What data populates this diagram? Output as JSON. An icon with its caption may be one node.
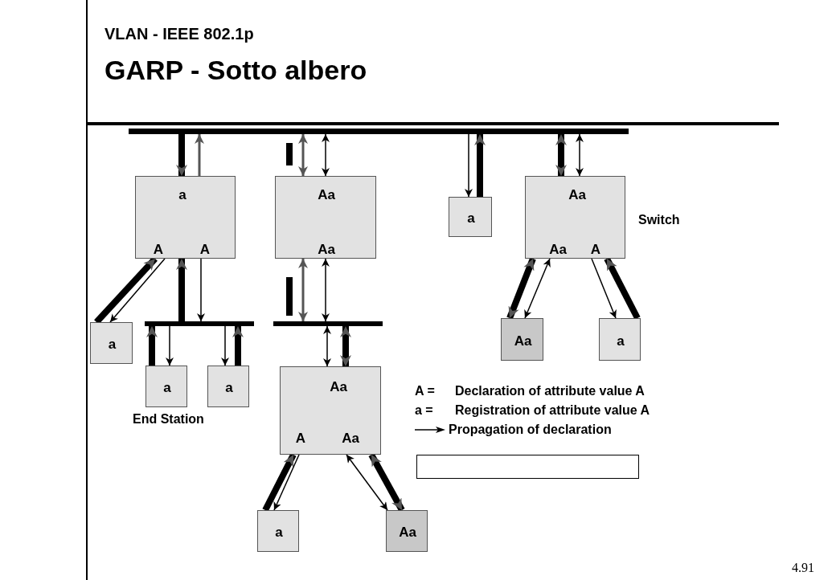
{
  "diagram": {
    "title": "GARP - Sotto albero",
    "nodes": [
      {
        "text": [],
        "shape": "bar"
      },
      {
        "text": [
          "a",
          "A",
          "A"
        ]
      },
      {
        "text": [
          "Aa",
          "Aa"
        ]
      },
      {
        "text": [
          "a"
        ]
      },
      {
        "text": [
          "Aa",
          "Aa",
          "A"
        ],
        "beside": [
          "Switch"
        ]
      },
      {
        "text": [
          "a"
        ]
      },
      {
        "text": [],
        "shape": "bar"
      },
      {
        "text": [],
        "shape": "bar"
      },
      {
        "text": [
          "Aa"
        ]
      },
      {
        "text": [
          "a"
        ]
      },
      {
        "text": [
          "a"
        ]
      },
      {
        "text": [
          "a"
        ]
      },
      {
        "text": [
          "Aa",
          "A",
          "Aa"
        ]
      },
      {
        "text": [
          "a"
        ]
      },
      {
        "text": [
          "Aa"
        ]
      },
      {
        "text": [],
        "shape": "box"
      }
    ],
    "edges": [
      {
        "from": 0,
        "to": 1,
        "arrow": "to",
        "style": "thick"
      },
      {
        "from": 1,
        "to": 0,
        "arrow": "to",
        "color": "#555555"
      },
      {
        "from": 0,
        "to": 2,
        "arrow": "both",
        "color": "#555555"
      },
      {
        "from": 0,
        "to": 2,
        "arrow": "both"
      },
      {
        "from": 0,
        "to": 3,
        "arrow": "to"
      },
      {
        "from": 3,
        "to": 0,
        "arrow": "to",
        "style": "thick"
      },
      {
        "from": 0,
        "to": 4,
        "arrow": "both",
        "style": "thick"
      },
      {
        "from": 0,
        "to": 4,
        "arrow": "both"
      },
      {
        "from": 5,
        "to": 1,
        "arrow": "to",
        "style": "thick"
      },
      {
        "from": 1,
        "to": 5,
        "arrow": "to"
      },
      {
        "from": 6,
        "to": 1,
        "arrow": "to",
        "style": "thick"
      },
      {
        "from": 1,
        "to": 6,
        "arrow": "to"
      },
      {
        "from": 10,
        "to": 6,
        "arrow": "to",
        "style": "thick"
      },
      {
        "from": 6,
        "to": 10,
        "arrow": "to"
      },
      {
        "from": 6,
        "to": 11,
        "arrow": "to"
      },
      {
        "from": 11,
        "to": 6,
        "arrow": "to",
        "style": "thick"
      },
      {
        "from": 2,
        "to": 7,
        "arrow": "both",
        "color": "#555555"
      },
      {
        "from": 2,
        "to": 7,
        "arrow": "both"
      },
      {
        "from": 7,
        "to": 12,
        "arrow": "both"
      },
      {
        "from": 7,
        "to": 12,
        "arrow": "both",
        "style": "thick"
      },
      {
        "from": 13,
        "to": 12,
        "arrow": "to",
        "style": "thick"
      },
      {
        "from": 12,
        "to": 13,
        "arrow": "to"
      },
      {
        "from": 12,
        "to": 14,
        "arrow": "both"
      },
      {
        "from": 12,
        "to": 14,
        "arrow": "both",
        "style": "thick"
      },
      {
        "from": 4,
        "to": 8,
        "arrow": "both",
        "style": "thick"
      },
      {
        "from": 4,
        "to": 8,
        "arrow": "both"
      },
      {
        "from": 4,
        "to": 9,
        "arrow": "to"
      },
      {
        "from": 9,
        "to": 4,
        "arrow": "to",
        "style": "thick"
      }
    ],
    "labels": [
      "VLAN - IEEE 802.1p",
      "End Station",
      "A =",
      "Declaration of attribute value A",
      "a =",
      "Registration of attribute value A",
      "4.91"
    ],
    "legend": [
      {
        "text": "Propagation of declaration"
      }
    ]
  }
}
